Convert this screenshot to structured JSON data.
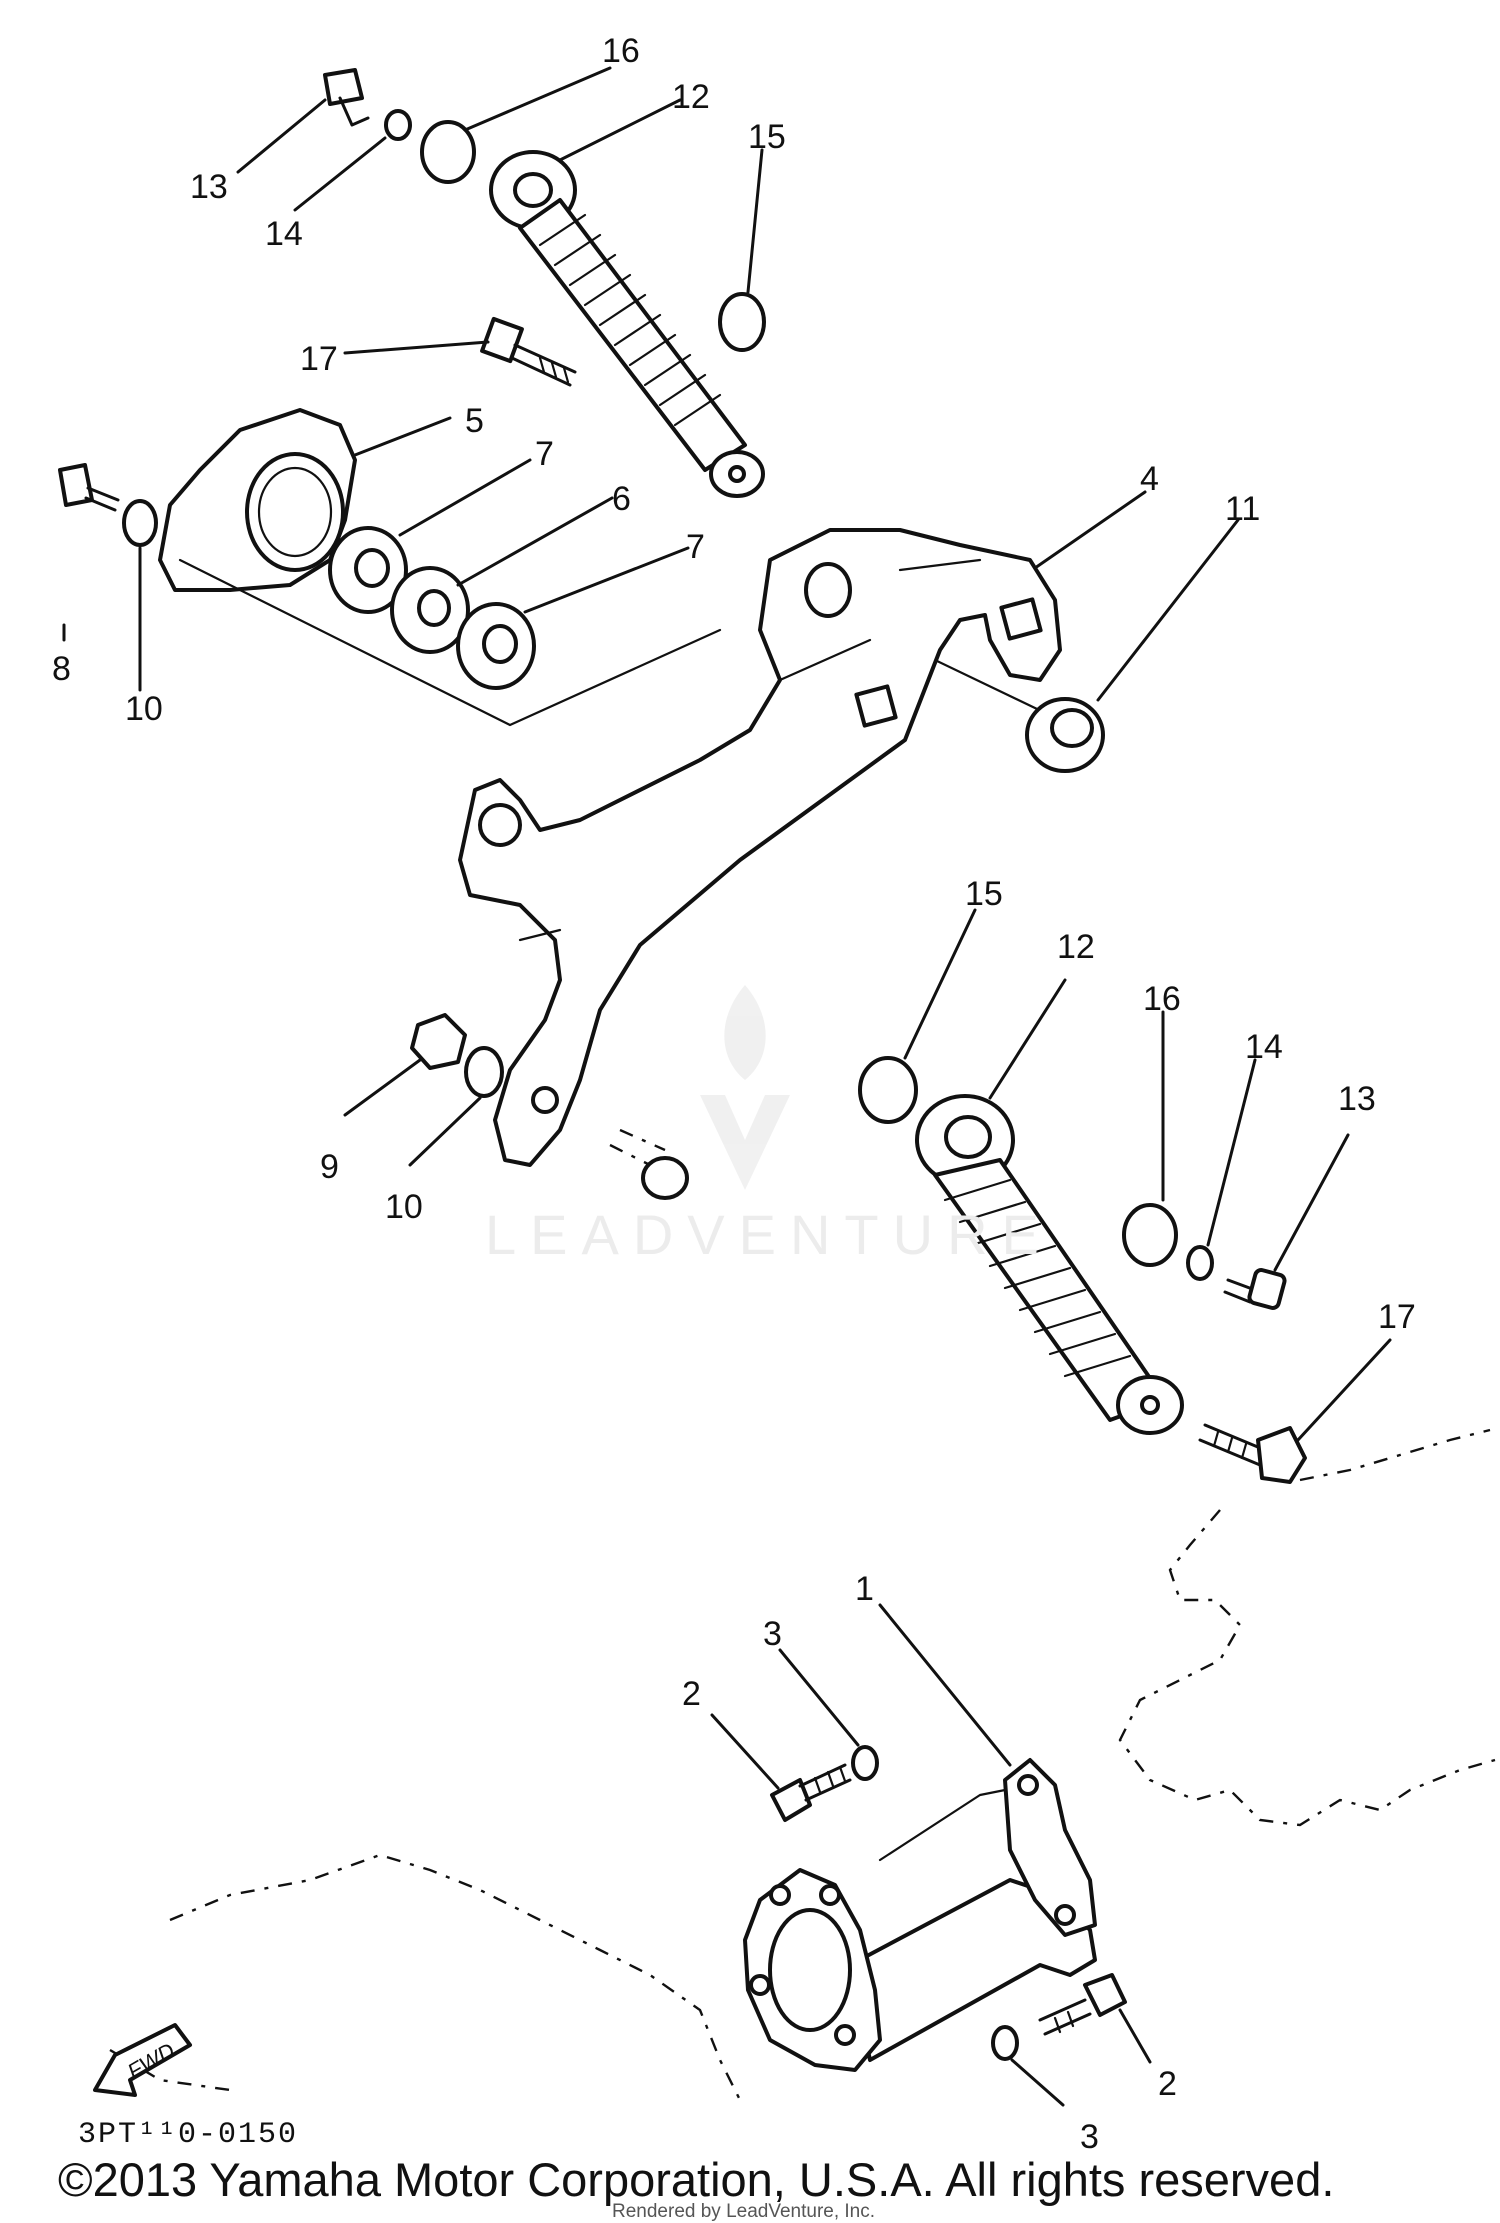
{
  "diagram": {
    "callouts": [
      {
        "id": "c16a",
        "text": "16"
      },
      {
        "id": "c12a",
        "text": "12"
      },
      {
        "id": "c15a",
        "text": "15"
      },
      {
        "id": "c13a",
        "text": "13"
      },
      {
        "id": "c14a",
        "text": "14"
      },
      {
        "id": "c17a",
        "text": "17"
      },
      {
        "id": "c5",
        "text": "5"
      },
      {
        "id": "c7a",
        "text": "7"
      },
      {
        "id": "c6",
        "text": "6"
      },
      {
        "id": "c7b",
        "text": "7"
      },
      {
        "id": "c4",
        "text": "4"
      },
      {
        "id": "c11",
        "text": "11"
      },
      {
        "id": "c8",
        "text": "8"
      },
      {
        "id": "c10a",
        "text": "10"
      },
      {
        "id": "c15b",
        "text": "15"
      },
      {
        "id": "c12b",
        "text": "12"
      },
      {
        "id": "c16b",
        "text": "16"
      },
      {
        "id": "c14b",
        "text": "14"
      },
      {
        "id": "c13b",
        "text": "13"
      },
      {
        "id": "c9",
        "text": "9"
      },
      {
        "id": "c10b",
        "text": "10"
      },
      {
        "id": "c17b",
        "text": "17"
      },
      {
        "id": "c1",
        "text": "1"
      },
      {
        "id": "c3a",
        "text": "3"
      },
      {
        "id": "c2a",
        "text": "2"
      },
      {
        "id": "c2b",
        "text": "2"
      },
      {
        "id": "c3b",
        "text": "3"
      }
    ],
    "fwd_label": "FWD",
    "drawing_code": "3PT¹¹0-0150",
    "watermark_text": "LEADVENTURE"
  },
  "footer": {
    "copyright": "©2013 Yamaha Motor Corporation, U.S.A. All rights reserved.",
    "rendered_by": "Rendered by LeadVenture, Inc."
  }
}
